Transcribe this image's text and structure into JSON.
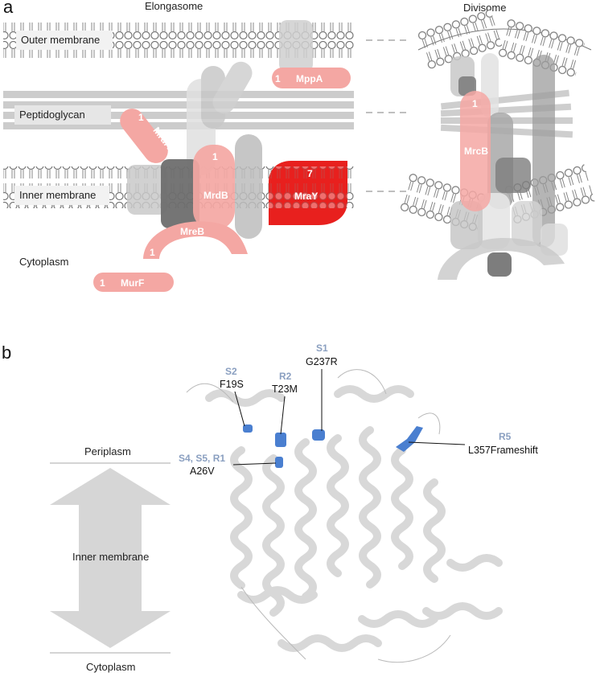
{
  "panel_a": {
    "panel_label": "a",
    "elongasome_title": "Elongasome",
    "divisome_title": "Divisome",
    "outer_membrane": "Outer membrane",
    "peptidoglycan": "Peptidoglycan",
    "inner_membrane": "Inner membrane",
    "cytoplasm": "Cytoplasm",
    "proteins": {
      "mppa": {
        "name": "MppA",
        "count": "1"
      },
      "mrda": {
        "name": "MrdA",
        "count": "1"
      },
      "mrdb": {
        "name": "MrdB",
        "count": "1"
      },
      "mray": {
        "name": "MraY",
        "count": "7"
      },
      "mreb": {
        "name": "MreB",
        "count": "1"
      },
      "murf": {
        "name": "MurF",
        "count": "1"
      },
      "mrcb": {
        "name": "MrcB",
        "count": "1"
      }
    },
    "colors": {
      "light_red": "#f4a7a3",
      "strong_red": "#e8201e",
      "gray_light": "#d9d9d9",
      "gray_mid": "#b3b3b3",
      "gray_dark": "#6e6e6e"
    }
  },
  "panel_b": {
    "panel_label": "b",
    "periplasm": "Periplasm",
    "inner_membrane": "Inner membrane",
    "cytoplasm": "Cytoplasm",
    "mutations": [
      {
        "id": "S2",
        "change": "F19S"
      },
      {
        "id": "R2",
        "change": "T23M"
      },
      {
        "id": "S1",
        "change": "G237R"
      },
      {
        "id": "S4, S5, R1",
        "change": "A26V"
      },
      {
        "id": "R5",
        "change": "L357Frameshift"
      }
    ],
    "colors": {
      "mutation_highlight": "#4a7fd0",
      "label_blue": "#8a9fc0"
    }
  }
}
